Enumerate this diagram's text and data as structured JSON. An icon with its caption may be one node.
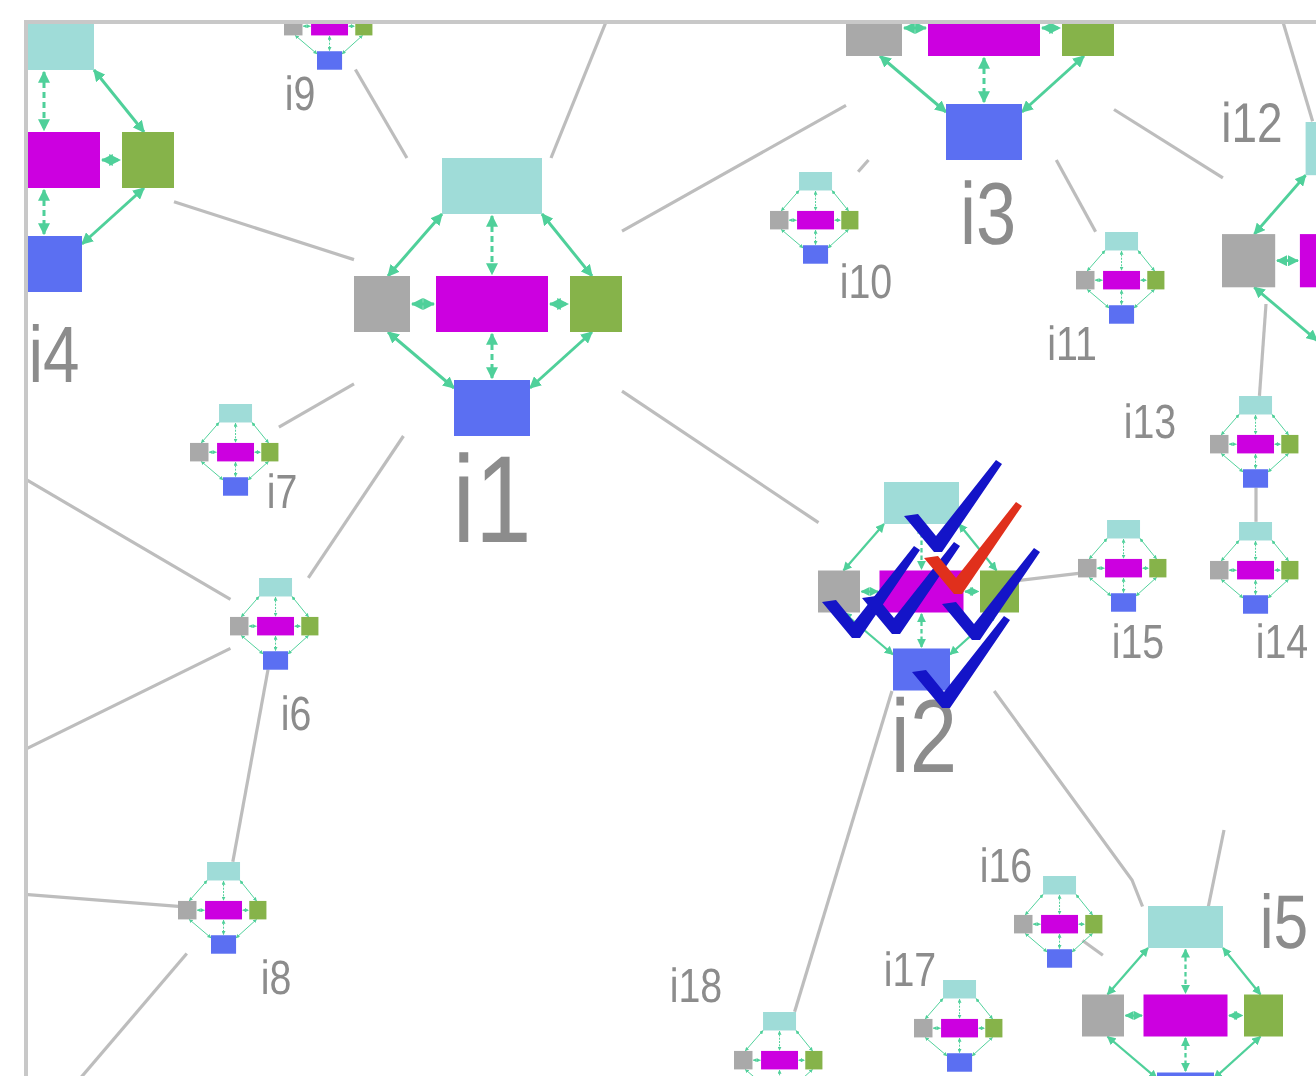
{
  "diagram": {
    "nodes": [
      {
        "text": [
          "i1"
        ]
      },
      {
        "text": [
          "i2"
        ]
      },
      {
        "text": [
          "i3"
        ]
      },
      {
        "text": [
          "i4"
        ]
      },
      {
        "text": [
          "i5"
        ]
      },
      {
        "text": [
          "i6"
        ]
      },
      {
        "text": [
          "i7"
        ]
      },
      {
        "text": [
          "i8"
        ]
      },
      {
        "text": [
          "i9"
        ]
      },
      {
        "text": [
          "i10"
        ]
      },
      {
        "text": [
          "i11"
        ]
      },
      {
        "text": [
          "i12"
        ]
      },
      {
        "text": [
          "i13"
        ]
      },
      {
        "text": [
          "i14"
        ]
      },
      {
        "text": [
          "i15"
        ]
      },
      {
        "text": [
          "i16"
        ]
      },
      {
        "text": [
          "i17"
        ]
      },
      {
        "text": [
          "i18"
        ]
      }
    ],
    "edges": [
      {
        "from": 0,
        "to": 8,
        "arrow": "none"
      },
      {
        "from": null,
        "to": 0,
        "arrow": "none"
      },
      {
        "from": 0,
        "to": 2,
        "arrow": "none"
      },
      {
        "from": 0,
        "to": 3,
        "arrow": "none"
      },
      {
        "from": 0,
        "to": 6,
        "arrow": "none"
      },
      {
        "from": 0,
        "to": 5,
        "arrow": "none"
      },
      {
        "from": 0,
        "to": 1,
        "arrow": "none"
      },
      {
        "from": 2,
        "to": 9,
        "arrow": "none"
      },
      {
        "from": 2,
        "to": 10,
        "arrow": "none"
      },
      {
        "from": 2,
        "to": 11,
        "arrow": "none"
      },
      {
        "from": null,
        "to": 11,
        "arrow": "none"
      },
      {
        "from": 1,
        "to": 14,
        "arrow": "none"
      },
      {
        "from": 1,
        "to": 17,
        "arrow": "none"
      },
      {
        "from": 1,
        "to": 4,
        "arrow": "none"
      },
      {
        "from": 4,
        "to": 15,
        "arrow": "none"
      },
      {
        "from": null,
        "to": 4,
        "arrow": "none"
      },
      {
        "from": 11,
        "to": 12,
        "arrow": "none"
      },
      {
        "from": 12,
        "to": 13,
        "arrow": "none"
      },
      {
        "from": null,
        "to": 5,
        "arrow": "none"
      },
      {
        "from": null,
        "to": 5,
        "arrow": "none"
      },
      {
        "from": 5,
        "to": 7,
        "arrow": "none"
      },
      {
        "from": null,
        "to": 7,
        "arrow": "none"
      },
      {
        "from": null,
        "to": 7,
        "arrow": "none"
      }
    ]
  }
}
